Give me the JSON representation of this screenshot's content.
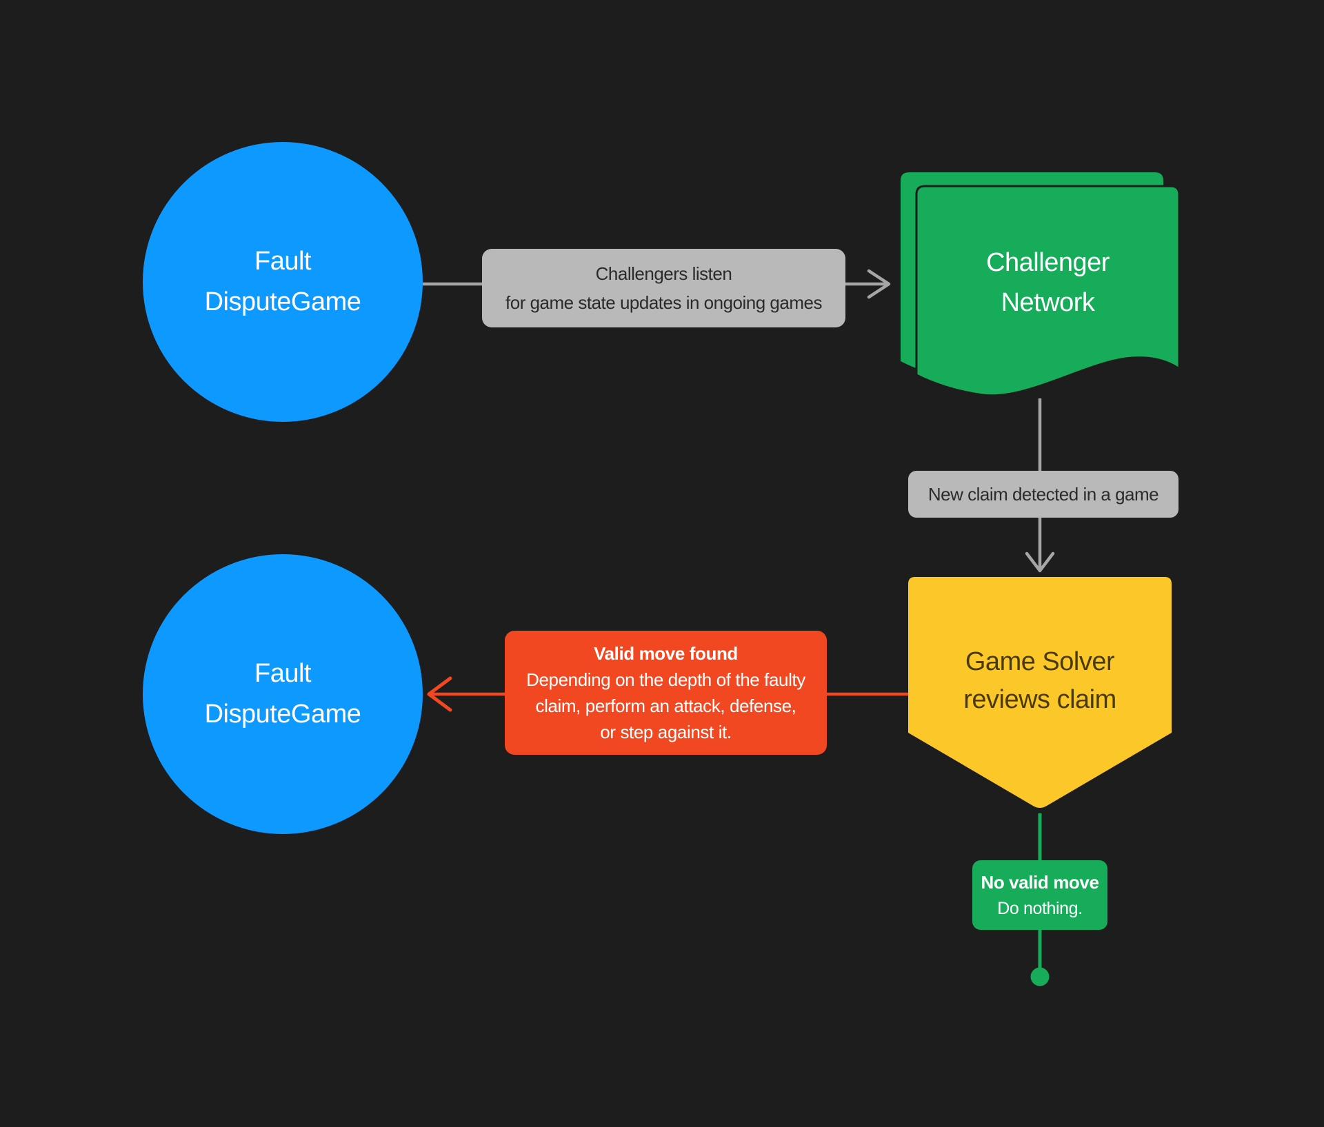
{
  "background": "#1D1D1D",
  "palette": {
    "blue": "#0D99FF",
    "green": "#16AC59",
    "yellow": "#FCC729",
    "red": "#F24822",
    "label_gray": "#B9B9B9",
    "connector_gray": "#A6A6A6"
  },
  "nodes": {
    "fault_top": {
      "lines": [
        "Fault",
        "DisputeGame"
      ]
    },
    "challenger_network": {
      "lines": [
        "Challenger",
        "Network"
      ]
    },
    "game_solver": {
      "lines": [
        "Game Solver",
        "reviews claim"
      ]
    },
    "fault_bottom": {
      "lines": [
        "Fault",
        "DisputeGame"
      ]
    }
  },
  "edge_labels": {
    "challengers_listen": {
      "lines": [
        "Challengers listen",
        "for game state updates in ongoing games"
      ]
    },
    "new_claim": {
      "lines": [
        "New claim detected in a game"
      ]
    },
    "valid_move": {
      "title": "Valid move found",
      "lines": [
        "Depending on the depth of the faulty",
        "claim, perform an attack, defense,",
        "or step against it."
      ]
    },
    "no_valid_move": {
      "title": "No valid move",
      "lines": [
        "Do nothing."
      ]
    }
  }
}
